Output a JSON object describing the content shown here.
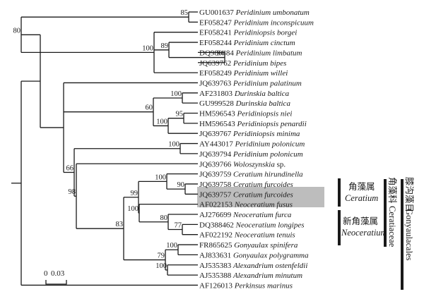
{
  "tree": {
    "leaves": [
      {
        "acc": "GU001637",
        "species": "Peridinium umbonatum"
      },
      {
        "acc": "EF058247",
        "species": "Peridinium inconspicuum"
      },
      {
        "acc": "EF058241",
        "species": "Peridiniopsis borgei"
      },
      {
        "acc": "EF058244",
        "species": "Peridinium cinctum"
      },
      {
        "acc": "DQ980484",
        "species": "Peridinium limbatum"
      },
      {
        "acc": "JQ639762",
        "species": "Peridinium bipes"
      },
      {
        "acc": "EF058249",
        "species": "Peridinium willei"
      },
      {
        "acc": "JQ639763",
        "species": "Peridinium palatinum"
      },
      {
        "acc": "AF231803",
        "species": "Durinskia baltica"
      },
      {
        "acc": "GU999528",
        "species": "Durinskia baltica"
      },
      {
        "acc": "HM596543",
        "species": "Peridiniopsis niei"
      },
      {
        "acc": "HM596543",
        "species": "Peridiniopsis penardii"
      },
      {
        "acc": "JQ639767",
        "species": "Peridiniopsis minima"
      },
      {
        "acc": "AY443017",
        "species": "Peridinium polonicum"
      },
      {
        "acc": "JQ639794",
        "species": "Peridinium polonicum"
      },
      {
        "acc": "JQ639766",
        "species": "Woloszynskia",
        "suffix": " sp."
      },
      {
        "acc": "JQ639759",
        "species": "Ceratium hirundinella"
      },
      {
        "acc": "JQ639758",
        "species": "Ceratium furcoides"
      },
      {
        "acc": "JQ639757",
        "species": "Ceratium furcoides"
      },
      {
        "acc": "AF022153",
        "species": "Neoceratium fusus"
      },
      {
        "acc": "AJ276699",
        "species": "Neoceratium furca"
      },
      {
        "acc": "DQ388462",
        "species": "Neoceratium longipes"
      },
      {
        "acc": "AF022192",
        "species": "Neoceratium tenuis"
      },
      {
        "acc": "FR865625",
        "species": "Gonyaulax spinifera"
      },
      {
        "acc": "AJ833631",
        "species": "Gonyaulax polygramma"
      },
      {
        "acc": "AJ535383",
        "species": "Alexandrium ostenfeldii"
      },
      {
        "acc": "AJ535388",
        "species": "Alexandrium minutum"
      },
      {
        "acc": "AF126013",
        "species": "Perkinsus marinus"
      }
    ],
    "highlighted_leaves": [
      17,
      18
    ],
    "scale_bar": {
      "label": "0.03",
      "tick_label": "0"
    }
  },
  "groups": {
    "ceratium": {
      "chinese": "角藻属",
      "latin": "Ceratium"
    },
    "neoceratium": {
      "chinese": "新角藻属",
      "latin": "Neoceratium"
    },
    "family": {
      "chinese": "角藻科",
      "latin": "Ceratiaceae"
    },
    "order": {
      "chinese": "膝沟藻目",
      "latin": "Gonyaulacales"
    }
  }
}
